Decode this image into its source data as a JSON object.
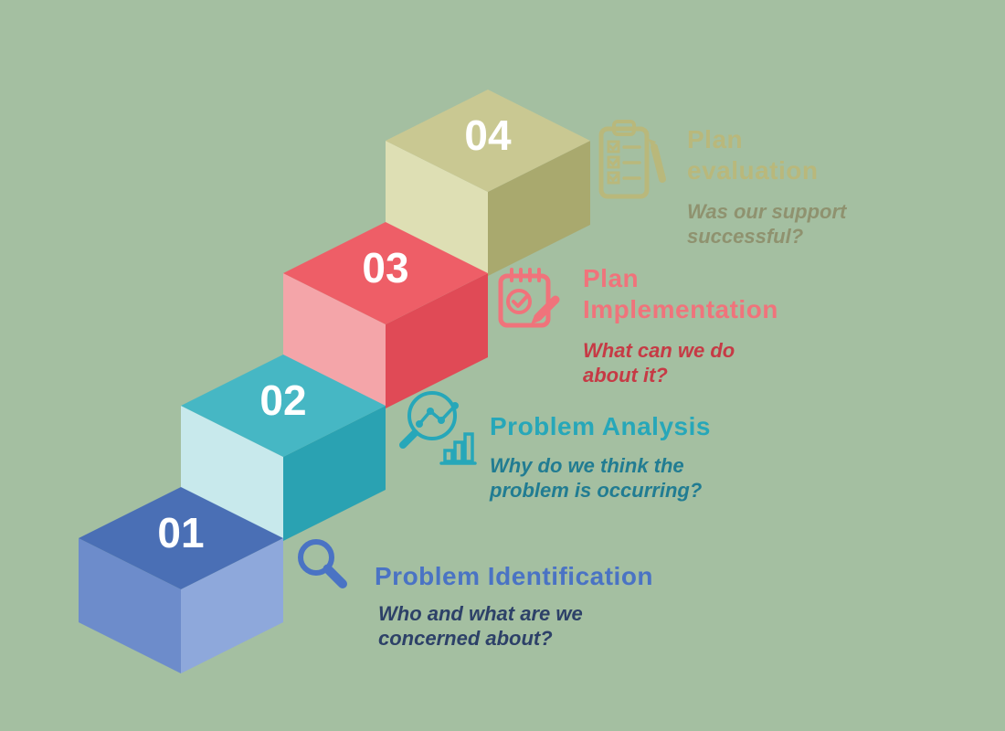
{
  "background_color": "#a4bfa1",
  "number_text_color": "#ffffff",
  "steps": [
    {
      "number": "01",
      "title": "Problem Identification",
      "subtitle": "Who and what are we\nconcerned about?",
      "icon": "magnifying-glass-icon",
      "colors": {
        "top": "#4a6fb5",
        "left": "#6d8ccb",
        "right": "#8ea8db",
        "title": "#4a73c4",
        "subtitle": "#2d4168"
      }
    },
    {
      "number": "02",
      "title": "Problem Analysis",
      "subtitle": "Why do we think the\nproblem is occurring?",
      "icon": "data-analysis-icon",
      "colors": {
        "top": "#46b7c4",
        "left": "#c8e9ec",
        "right": "#2aa2b2",
        "title": "#27a7b9",
        "subtitle": "#217c92"
      }
    },
    {
      "number": "03",
      "title": "Plan\nImplementation",
      "subtitle": "What can we do\nabout it?",
      "icon": "notepad-check-pencil-icon",
      "colors": {
        "top": "#ee5e67",
        "left": "#f4a5a9",
        "right": "#e04a56",
        "title": "#f0737b",
        "subtitle": "#c63a45"
      }
    },
    {
      "number": "04",
      "title": "Plan\nevaluation",
      "subtitle": "Was our support\nsuccessful?",
      "icon": "clipboard-checklist-pen-icon",
      "colors": {
        "top": "#c9c892",
        "left": "#dedfb4",
        "right": "#a9a96e",
        "title": "#b9b87b",
        "subtitle": "#8f926f"
      }
    }
  ]
}
